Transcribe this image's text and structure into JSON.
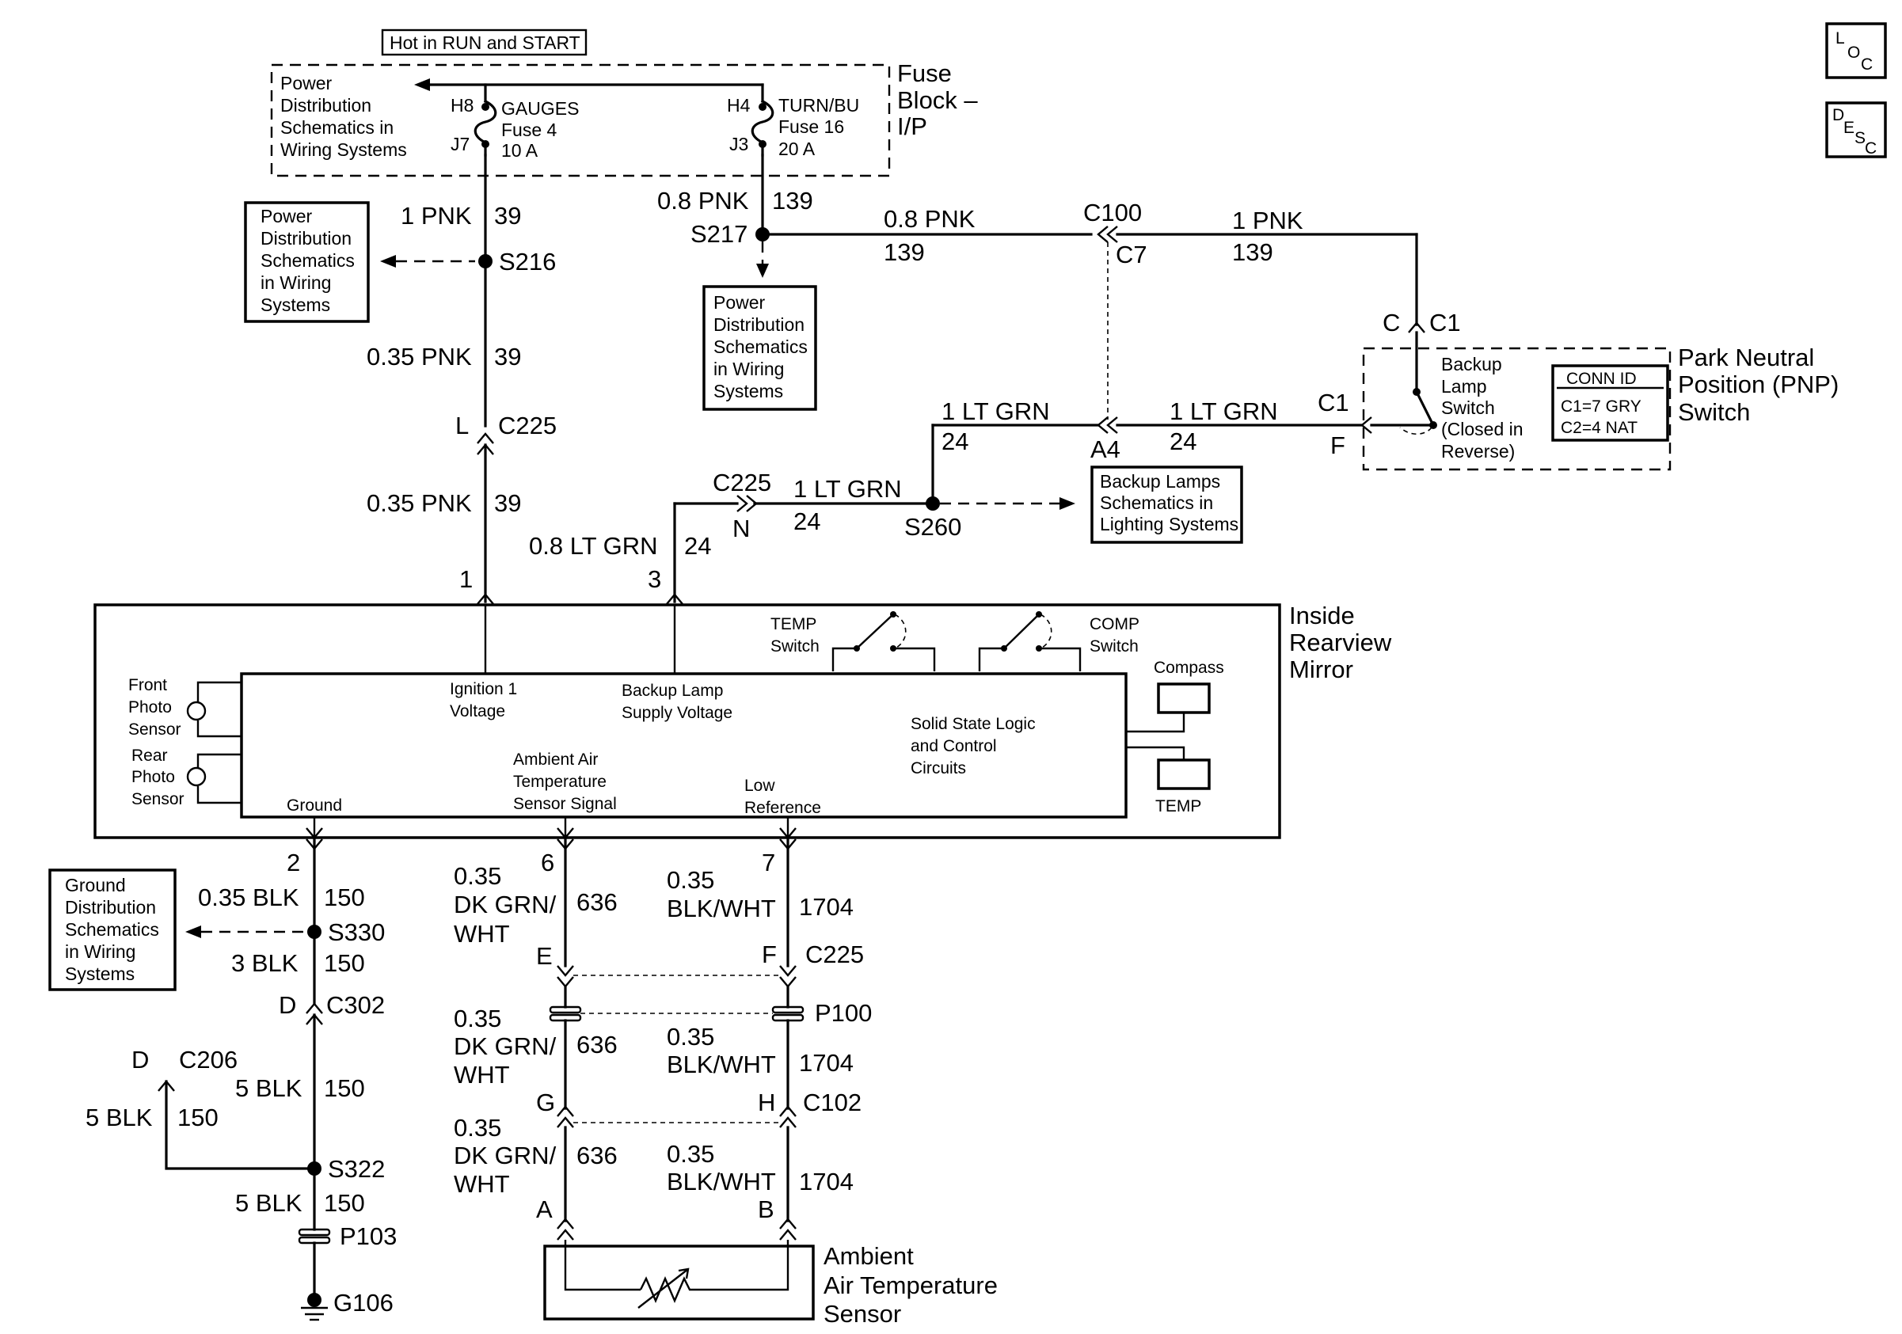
{
  "header": {
    "hot_label": "Hot in RUN and START",
    "fuse_block": [
      "Fuse",
      "Block –",
      "I/P"
    ],
    "pd_inside_fuse": [
      "Power",
      "Distribution",
      "Schematics in",
      "Wiring Systems"
    ],
    "fuse4": {
      "pin_in": "H8",
      "pin_out": "J7",
      "name": "GAUGES",
      "fuse": "Fuse 4",
      "amps": "10 A"
    },
    "fuse16": {
      "pin_in": "H4",
      "pin_out": "J3",
      "name": "TURN/BU",
      "fuse": "Fuse 16",
      "amps": "20 A"
    }
  },
  "icons": {
    "loc": [
      "L",
      "O",
      "C"
    ],
    "desc": [
      "D",
      "E",
      "S",
      "C"
    ]
  },
  "ref_boxes": {
    "pd_left": [
      "Power",
      "Distribution",
      "Schematics",
      "in Wiring",
      "Systems"
    ],
    "pd_center": [
      "Power",
      "Distribution",
      "Schematics",
      "in Wiring",
      "Systems"
    ],
    "backup_lamps": [
      "Backup Lamps",
      "Schematics in",
      "Lighting Systems"
    ],
    "ground_dist": [
      "Ground",
      "Distribution",
      "Schematics",
      "in Wiring",
      "Systems"
    ]
  },
  "wires": {
    "w39_top": [
      "1 PNK",
      "39"
    ],
    "w39_mid": [
      "0.35 PNK",
      "39"
    ],
    "w39_low": [
      "0.35 PNK",
      "39"
    ],
    "w139_fuse": [
      "0.8 PNK",
      "139"
    ],
    "w139_mid": [
      "0.8 PNK",
      "139"
    ],
    "w139_right": [
      "1 PNK",
      "139"
    ],
    "w24_upper_left": [
      "1 LT GRN",
      "24"
    ],
    "w24_upper_right": [
      "1 LT GRN",
      "24"
    ],
    "w24_s260": [
      "1 LT GRN",
      "24"
    ],
    "w24_mirror": [
      "0.8 LT GRN",
      "24"
    ],
    "w150_a": [
      "0.35 BLK",
      "150"
    ],
    "w150_b": [
      "3 BLK",
      "150"
    ],
    "w150_c": [
      "5 BLK",
      "150"
    ],
    "w150_c206": [
      "5 BLK",
      "150"
    ],
    "w150_d": [
      "5 BLK",
      "150"
    ],
    "w636": {
      "gauge": [
        "0.35",
        "DK GRN/",
        "WHT"
      ],
      "circuit": "636"
    },
    "w1704": {
      "gauge": [
        "0.35",
        "BLK/WHT"
      ],
      "circuit": "1704"
    }
  },
  "connectors": {
    "s216": "S216",
    "s217": "S217",
    "s260": "S260",
    "s330": "S330",
    "s322": "S322",
    "c100": "C100",
    "c7": "C7",
    "a4": "A4",
    "c225": "C225",
    "c225_l": "L",
    "c225_n": "N",
    "c225_e": "E",
    "c225_f": "F",
    "c1_top_c": "C",
    "c1_top": "C1",
    "c1_side": "C1",
    "c1_f": "F",
    "pin1": "1",
    "pin3": "3",
    "pin2": "2",
    "pin6": "6",
    "pin7": "7",
    "c302": "C302",
    "c302_d": "D",
    "c206": "C206",
    "c206_d": "D",
    "p100": "P100",
    "p103": "P103",
    "g106": "G106",
    "c102": "C102",
    "c102_g": "G",
    "c102_h": "H",
    "sensor_a": "A",
    "sensor_b": "B"
  },
  "pnp": {
    "title": [
      "Park Neutral",
      "Position (PNP)",
      "Switch"
    ],
    "switch": [
      "Backup",
      "Lamp",
      "Switch",
      "(Closed in",
      "Reverse)"
    ],
    "conn_id": [
      "CONN ID",
      "C1=7 GRY",
      "C2=4 NAT"
    ]
  },
  "mirror": {
    "title": [
      "Inside",
      "Rearview",
      "Mirror"
    ],
    "temp_switch": [
      "TEMP",
      "Switch"
    ],
    "comp_switch": [
      "COMP",
      "Switch"
    ],
    "compass": "Compass",
    "temp": "TEMP",
    "front_photo": [
      "Front",
      "Photo",
      "Sensor"
    ],
    "rear_photo": [
      "Rear",
      "Photo",
      "Sensor"
    ],
    "ignition": [
      "Ignition 1",
      "Voltage"
    ],
    "backup_supply": [
      "Backup Lamp",
      "Supply Voltage"
    ],
    "logic": [
      "Solid State Logic",
      "and Control",
      "Circuits"
    ],
    "ground": "Ground",
    "ambient_signal": [
      "Ambient Air",
      "Temperature",
      "Sensor Signal"
    ],
    "low_ref": [
      "Low",
      "Reference"
    ]
  },
  "sensor": {
    "title": [
      "Ambient",
      "Air Temperature",
      "Sensor"
    ]
  }
}
